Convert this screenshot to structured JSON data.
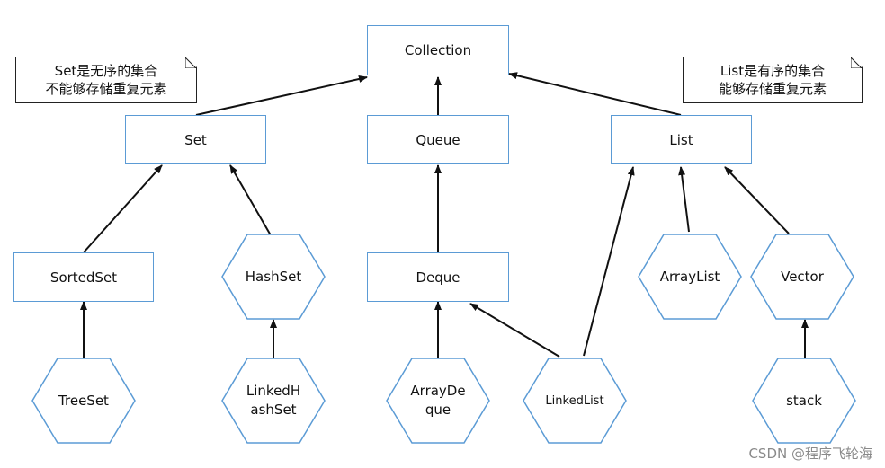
{
  "nodes": {
    "collection": "Collection",
    "set": "Set",
    "queue": "Queue",
    "list": "List",
    "sorted_set": "SortedSet",
    "hash_set": "HashSet",
    "deque": "Deque",
    "array_list": "ArrayList",
    "vector": "Vector",
    "tree_set": "TreeSet",
    "linked_hash_set_line1": "LinkedH",
    "linked_hash_set_line2": "ashSet",
    "array_deque_line1": "ArrayDe",
    "array_deque_line2": "que",
    "linked_list": "LinkedList",
    "stack": "stack"
  },
  "notes": {
    "set_note_line1": "Set是无序的集合",
    "set_note_line2": "不能够存储重复元素",
    "list_note_line1": "List是有序的集合",
    "list_note_line2": "能够存储重复元素"
  },
  "watermark": "CSDN @程序飞轮海",
  "colors": {
    "box_border": "#5b9bd5",
    "arrow": "#111111",
    "note_border": "#222222"
  }
}
